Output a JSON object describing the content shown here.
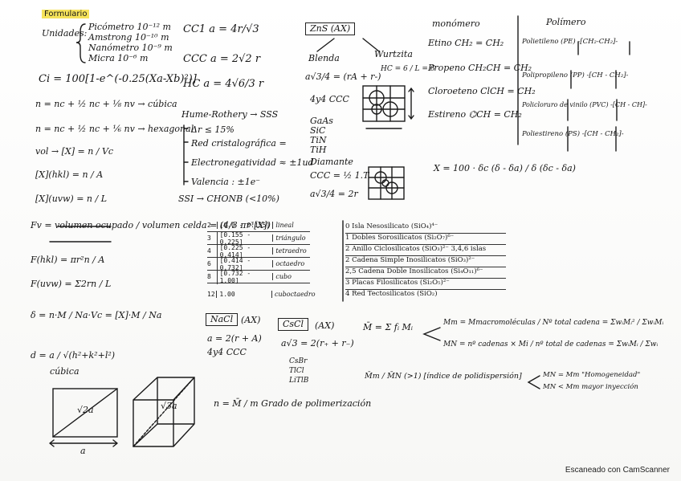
{
  "sheet": {
    "title": "Formulario",
    "units_label": "Unidades:",
    "units": [
      "Picómetro 10⁻¹² m",
      "Amstrong 10⁻¹⁰ m",
      "Nanómetro 10⁻⁹ m",
      "Micra 10⁻⁶ m"
    ],
    "ionic": "Ci = 100[1-e^(-0.25(Xa-Xb)²)]",
    "n_cubic": "n = nc + ½ nc + ⅛ nv → cúbica",
    "n_hex": "n = nc + ½ nc + ⅙ nv → hexagonal",
    "vol": "vol → [X] = n / Vc",
    "x_area": "[X](hkl) = n / A",
    "x_lin": "[X](uvw) = n / L",
    "fv": "Fv = volumen ocupado / volumen celda = (4/3 πr³[X])",
    "fa": "F(hkl) = πr²n / A",
    "fl": "F(uvw) = Σ2rn / L",
    "density": "δ = n·M / Na·Vc = [X]·M / Na",
    "d_spacing": "d = a / √(h²+k²+l²)",
    "d_note": "cúbica",
    "cube_label": "√2a",
    "cube_a": "a",
    "cube2_label": "√3a",
    "ccc": "CC1  a = 4r/√3",
    "cccc": "CCC  a = 2√2 r",
    "hc": "HC   a = 4√6/3 r",
    "hume": "Hume-Rothery → SSS",
    "hume_rules": [
      "Δr ≤ 15%",
      "Red cristalográfica =",
      "Electronegatividad ≈ ±1ud",
      "Valencia : ±1e⁻"
    ],
    "ssi": "SSI → CHONB (<10%)",
    "zns": "ZnS (AX)",
    "blenda": "Blenda",
    "wurtzita": "Wurtzita",
    "blenda_eq": "a√3/4 = (rA + r-)",
    "blenda_ccc": "4y4 CCC",
    "hc_note": "HC = 6 / L = 6",
    "gaas": "GaAs",
    "sic": "SiC",
    "tin": "TiN",
    "tih": "TiH",
    "diamond": "Diamante",
    "diamond_ccc": "CCC = ½ 1.T",
    "diamond_eq": "a√3/4 = 2r",
    "monomer": "monómero",
    "polymer": "Polímero",
    "monomers": [
      "Etino CH₂ = CH₂",
      "Propeno CH₂CH = CH₂",
      "Cloroeteno ClCH = CH₂",
      "Estireno ⌬CH = CH₂"
    ],
    "polymers": [
      "Polietileno (PE)  -[CH₂-CH₂]-",
      "Polipropileno (PP)  -[CH - CH₂]-",
      "Policloruro de vinilo (PVC)  -[CH - CH]-",
      "Poliestireno (PS)  -[CH - CH₂]-"
    ],
    "crystallinity": "X = 100 · δc (δ - δa) / δ (δc - δa)",
    "coord_table": [
      [
        "2",
        "[0.0 - 0.155]",
        "lineal"
      ],
      [
        "3",
        "[0.155 - 0.225]",
        "triángulo"
      ],
      [
        "4",
        "[0.225 - 0.414]",
        "tetraedro"
      ],
      [
        "6",
        "[0.414 - 0.732]",
        "octaedro"
      ],
      [
        "8",
        "[0.732 - 1.00]",
        "cubo"
      ],
      [
        "12",
        "1.00",
        "cuboctaedro"
      ]
    ],
    "silicates": [
      "0  Isla Nesosilicato (SiO₄)⁴⁻",
      "1  Dobles Sorosilicatos (Si₂O₇)⁶⁻",
      "2  Anillo Ciclosilicatos (SiO₃)²⁻  3,4,6 islas",
      "2  Cadena Simple Inosilicatos (SiO₃)²⁻",
      "2,5  Cadena Doble Inosilicatos (Si₄O₁₁)⁶⁻",
      "3  Placas Filosilicatos (Si₂O₅)²⁻",
      "4  Red Tectosilicatos (SiO₂)"
    ],
    "nacl": "NaCl",
    "nacl_ax": "(AX)",
    "nacl_eq": "a = 2(r + A)",
    "nacl_ccc": "4y4 CCC",
    "cscl": "CsCl",
    "cscl_ax": "(AX)",
    "cscl_eq": "a√3 = 2(r₊ + r₋)",
    "cscl_list": [
      "CsBr",
      "TlCl",
      "LiTlB"
    ],
    "dp": "n = M̄ / m   Grado de polimerización",
    "mbar": "M̄ = Σ fᵢ Mᵢ",
    "mm": "Mm = Mmacromoléculas / Nº total cadena = ΣwᵢMᵢ² / ΣwᵢMᵢ",
    "mn": "MN = nº cadenas × Mi / nº total de cadenas = ΣwᵢMᵢ / Σwᵢ",
    "pdi": "M̄m / M̄N  (>1)  [índice de polidispersión]",
    "pdi_cases": [
      "MN = Mm \"Homogeneidad\"",
      "MN < Mm mayor inyección"
    ],
    "footer": "Escaneado con CamScanner"
  }
}
